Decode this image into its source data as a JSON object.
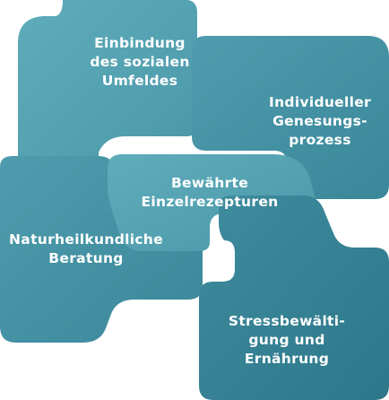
{
  "colors": {
    "tile_light": "#5aa7b6",
    "tile_mid": "#4995a6",
    "tile_dark": "#317d90",
    "text": "#ffffff",
    "background": "#ffffff"
  },
  "items": {
    "umfeld": [
      "Einbindung",
      "des sozialen",
      "Umfeldes"
    ],
    "genesung": [
      "Individueller",
      "Genesungs-",
      "prozess"
    ],
    "rezeptur": [
      "Bewährte",
      "Einzelrezepturen"
    ],
    "beratung": [
      "Naturheilkundliche",
      "Beratung"
    ],
    "stress": [
      "Stressbewälti-",
      "gung und",
      "Ernährung"
    ]
  }
}
